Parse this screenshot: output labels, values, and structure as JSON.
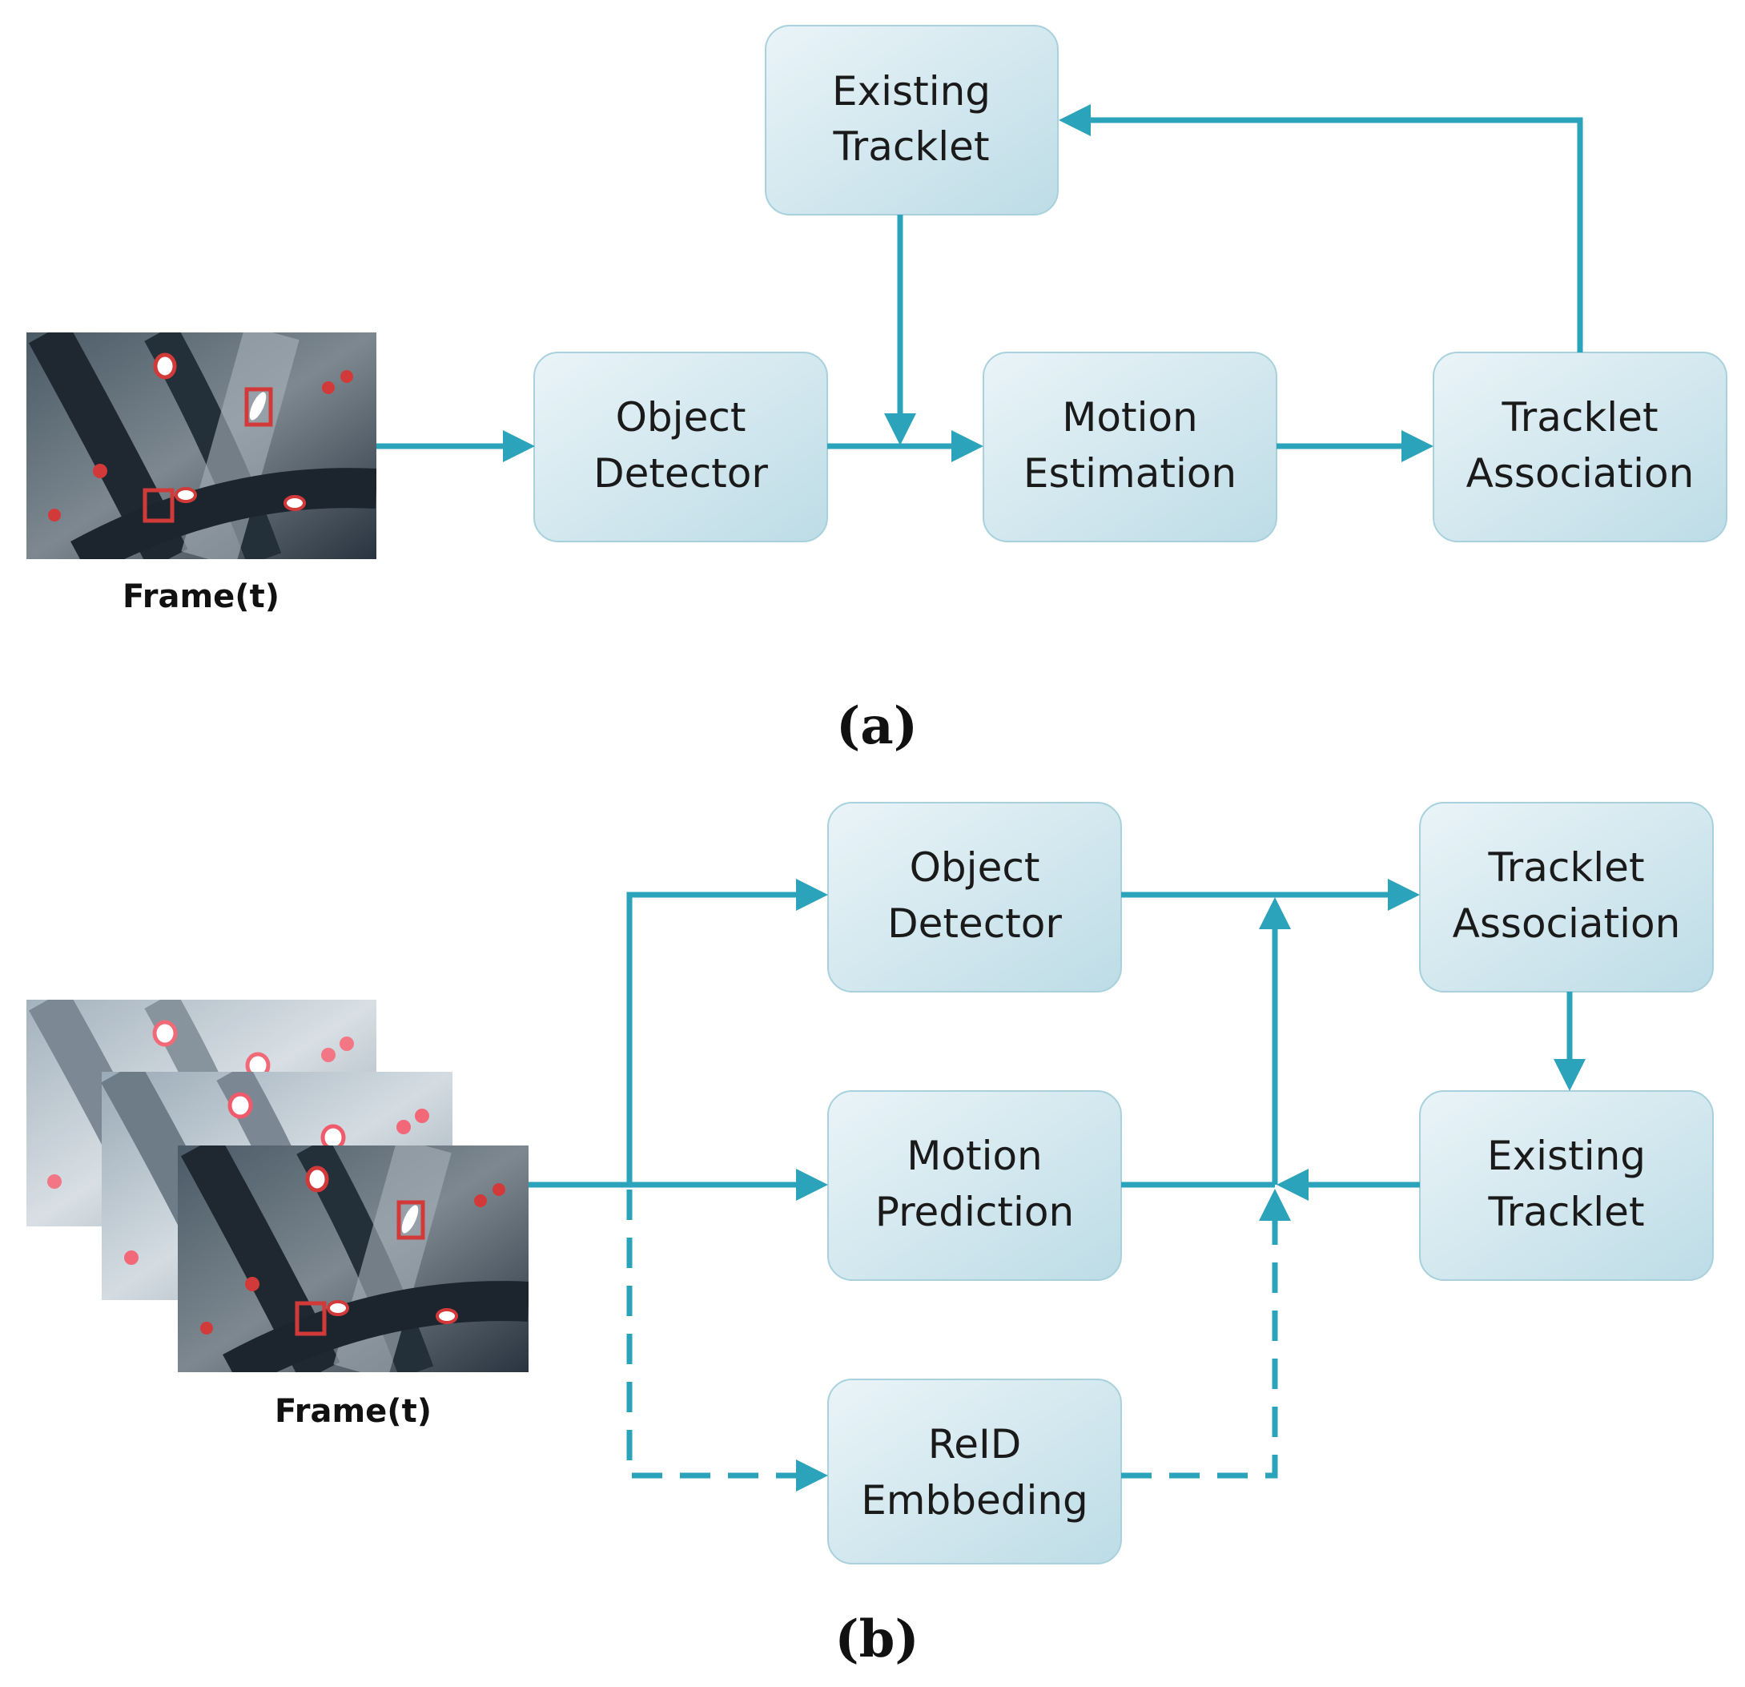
{
  "colors": {
    "arrow": "#2ba3bb",
    "box_fill_light": "#e8f3f7",
    "box_fill_dark": "#bcdce6",
    "box_stroke": "#a9d1dd",
    "text": "#1a1a1a"
  },
  "diagram_a": {
    "caption": "(a)",
    "frame_label": "Frame(t)",
    "boxes": {
      "existing_tracklet": [
        "Existing",
        "Tracklet"
      ],
      "object_detector": [
        "Object",
        "Detector"
      ],
      "motion_estimation": [
        "Motion",
        "Estimation"
      ],
      "tracklet_association": [
        "Tracklet",
        "Association"
      ]
    }
  },
  "diagram_b": {
    "caption": "(b)",
    "frame_label": "Frame(t)",
    "boxes": {
      "object_detector": [
        "Object",
        "Detector"
      ],
      "tracklet_association": [
        "Tracklet",
        "Association"
      ],
      "motion_prediction": [
        "Motion",
        "Prediction"
      ],
      "existing_tracklet": [
        "Existing",
        "Tracklet"
      ],
      "reid_embedding": [
        "ReID",
        "Embbeding"
      ]
    }
  },
  "icons": {
    "frame_image": "aerial-frame-image",
    "arrowhead": "arrowhead-icon"
  }
}
